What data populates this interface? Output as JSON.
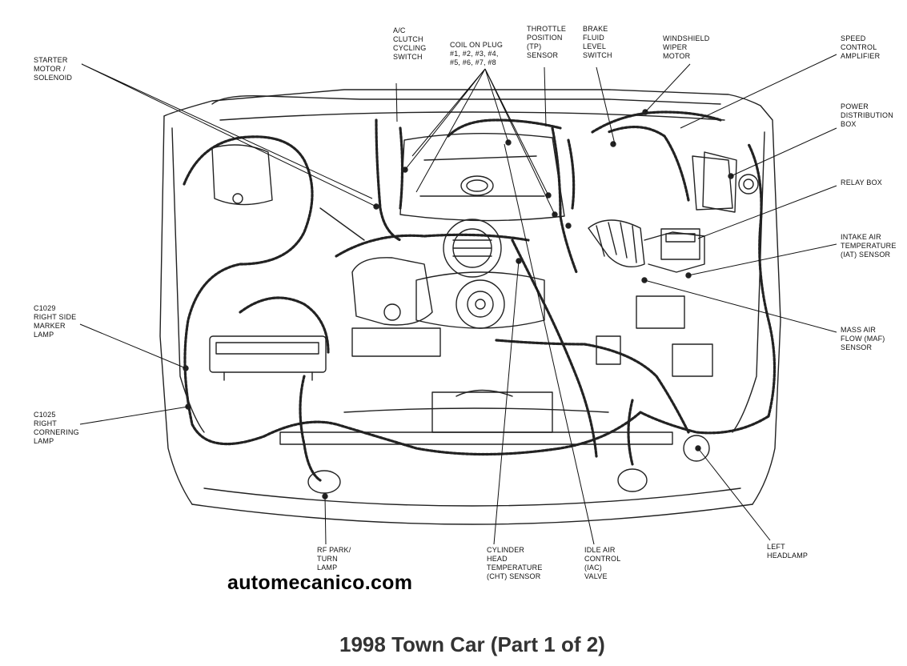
{
  "labels": {
    "starter": [
      "STARTER",
      "MOTOR /",
      "SOLENOID"
    ],
    "ac_clutch": [
      "A/C",
      "CLUTCH",
      "CYCLING",
      "SWITCH"
    ],
    "coil_plug": [
      "COIL ON PLUG",
      "#1, #2, #3, #4,",
      "#5, #6, #7, #8"
    ],
    "throttle": [
      "THROTTLE",
      "POSITION",
      "(TP)",
      "SENSOR"
    ],
    "brake_fluid": [
      "BRAKE",
      "FLUID",
      "LEVEL",
      "SWITCH"
    ],
    "wiper": [
      "WINDSHIELD",
      "WIPER",
      "MOTOR"
    ],
    "speed_control": [
      "SPEED",
      "CONTROL",
      "AMPLIFIER"
    ],
    "power_dist": [
      "POWER",
      "DISTRIBUTION",
      "BOX"
    ],
    "relay_box": [
      "RELAY BOX"
    ],
    "iat": [
      "INTAKE AIR",
      "TEMPERATURE",
      "(IAT) SENSOR"
    ],
    "maf": [
      "MASS AIR",
      "FLOW (MAF)",
      "SENSOR"
    ],
    "marker_lamp": [
      "C1029",
      "RIGHT SIDE",
      "MARKER",
      "LAMP"
    ],
    "cornering_lamp": [
      "C1025",
      "RIGHT",
      "CORNERING",
      "LAMP"
    ],
    "rf_park": [
      "RF PARK/",
      "TURN",
      "LAMP"
    ],
    "cht": [
      "CYLINDER",
      "HEAD",
      "TEMPERATURE",
      "(CHT) SENSOR"
    ],
    "iac": [
      "IDLE AIR",
      "CONTROL",
      "(IAC)",
      "VALVE"
    ],
    "left_headlamp": [
      "LEFT",
      "HEADLAMP"
    ]
  },
  "watermark": "automecanico.com",
  "title": "1998 Town Car (Part 1 of 2)"
}
